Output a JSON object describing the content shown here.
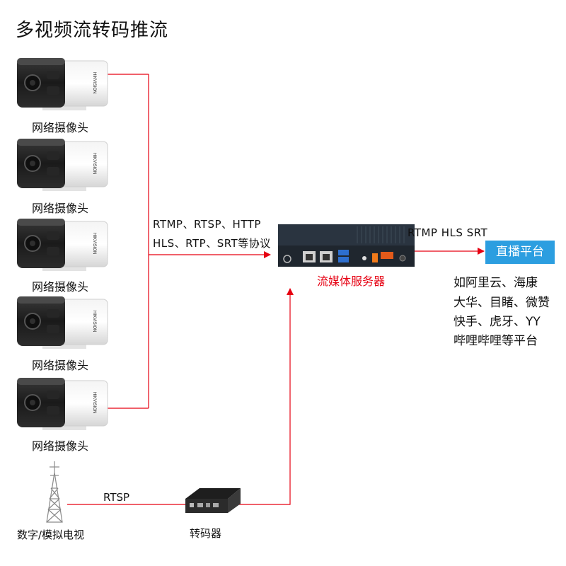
{
  "title": "多视频流转码推流",
  "camera_label": "网络摄像头",
  "cameras": [
    {
      "label": "网络摄像头",
      "brand": "HIKVISION"
    },
    {
      "label": "网络摄像头",
      "brand": "HIKVISION"
    },
    {
      "label": "网络摄像头",
      "brand": "HIKVISION"
    },
    {
      "label": "网络摄像头",
      "brand": "HIKVISION"
    },
    {
      "label": "网络摄像头",
      "brand": "HIKVISION"
    }
  ],
  "protocols_in": {
    "line1": "RTMP、RTSP、HTTP",
    "line2": "HLS、RTP、SRT等协议"
  },
  "server_label": "流媒体服务器",
  "protocols_out": "RTMP HLS SRT",
  "platform_button": "直播平台",
  "platform_list": [
    "如阿里云、海康",
    "大华、目睹、微赞",
    "快手、虎牙、YY",
    "哔哩哔哩等平台"
  ],
  "tower_label": "数字/模拟电视",
  "rtsp_label": "RTSP",
  "encoder_label": "转码器",
  "colors": {
    "connector": "#e60012",
    "platform": "#2c9ee0",
    "server_label": "#e60012"
  }
}
